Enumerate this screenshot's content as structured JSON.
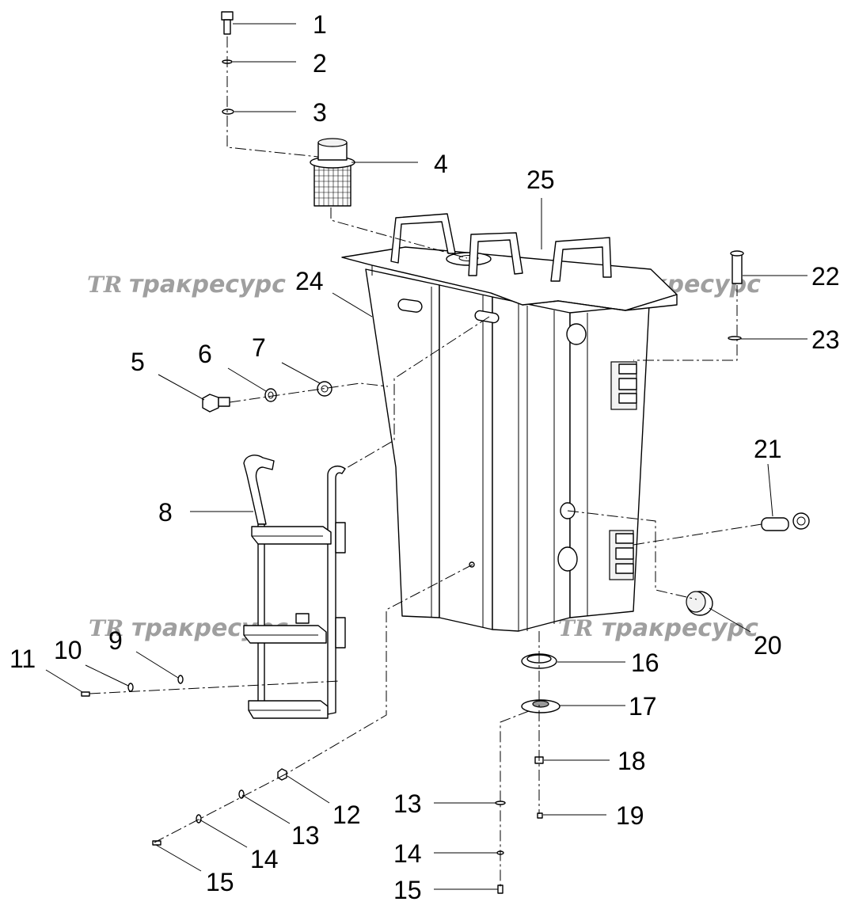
{
  "watermark": {
    "logo": "TR",
    "text": "тракресурс"
  },
  "callouts": [
    "1",
    "2",
    "3",
    "4",
    "5",
    "6",
    "7",
    "8",
    "9",
    "10",
    "11",
    "12",
    "13",
    "14",
    "15",
    "16",
    "17",
    "18",
    "19",
    "20",
    "21",
    "22",
    "23",
    "24",
    "25",
    "13",
    "14",
    "15"
  ]
}
